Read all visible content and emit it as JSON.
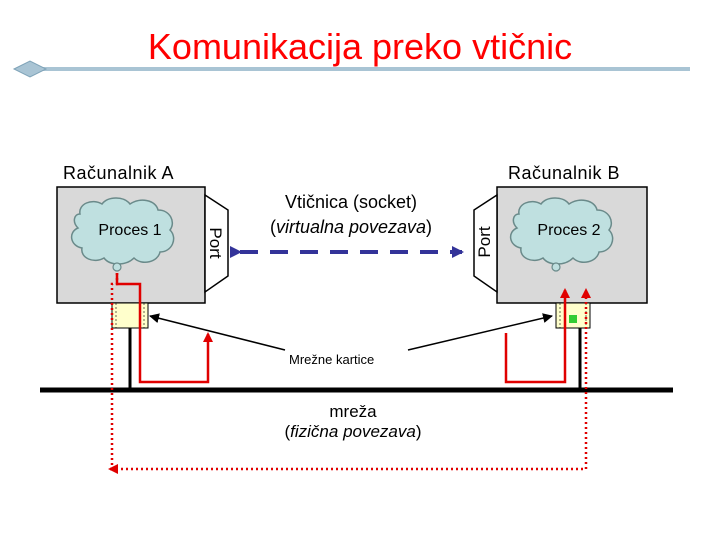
{
  "title": "Komunikacija preko vtičnic",
  "computer_a": {
    "label": "Računalnik  A",
    "process": "Proces 1",
    "port": "Port"
  },
  "computer_b": {
    "label": "Računalnik  B",
    "process": "Proces 2",
    "port": "Port"
  },
  "socket": {
    "label": "Vtičnica (socket)",
    "sub_open": "(",
    "sub_italic": "virtualna povezava",
    "sub_close": ")"
  },
  "nic_label": "Mrežne kartice",
  "network": {
    "label": "mreža",
    "sub_open": "(",
    "sub_italic": "fizična povezava",
    "sub_close": ")"
  },
  "colors": {
    "title": "#ff0000",
    "computer_box": "#d9d9d9",
    "cloud": "#bfe0e0",
    "nic_card": "#ffffcc",
    "nic_chip": "#33cc33",
    "path": "#e00000",
    "virtual_link": "#333399",
    "header_bar": "#a9c4d4"
  }
}
